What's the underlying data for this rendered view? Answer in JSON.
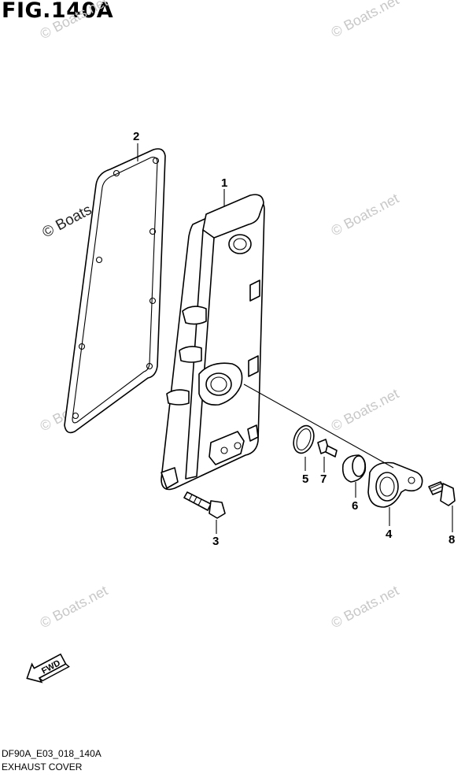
{
  "figure": {
    "title": "FIG.140A"
  },
  "footer": {
    "code": "DF90A_E03_018_140A",
    "name": "EXHAUST COVER"
  },
  "watermark": {
    "text": "© Boats.net"
  },
  "fwd_label": "FWD",
  "parts": [
    {
      "number": "1",
      "part": "exhaust-cover"
    },
    {
      "number": "2",
      "part": "gasket"
    },
    {
      "number": "3",
      "part": "bolt"
    },
    {
      "number": "4",
      "part": "flange"
    },
    {
      "number": "5",
      "part": "o-ring"
    },
    {
      "number": "6",
      "part": "collar"
    },
    {
      "number": "7",
      "part": "screw"
    },
    {
      "number": "8",
      "part": "bolt"
    }
  ],
  "colors": {
    "line": "#000000",
    "watermark": "#c8c8c8"
  }
}
